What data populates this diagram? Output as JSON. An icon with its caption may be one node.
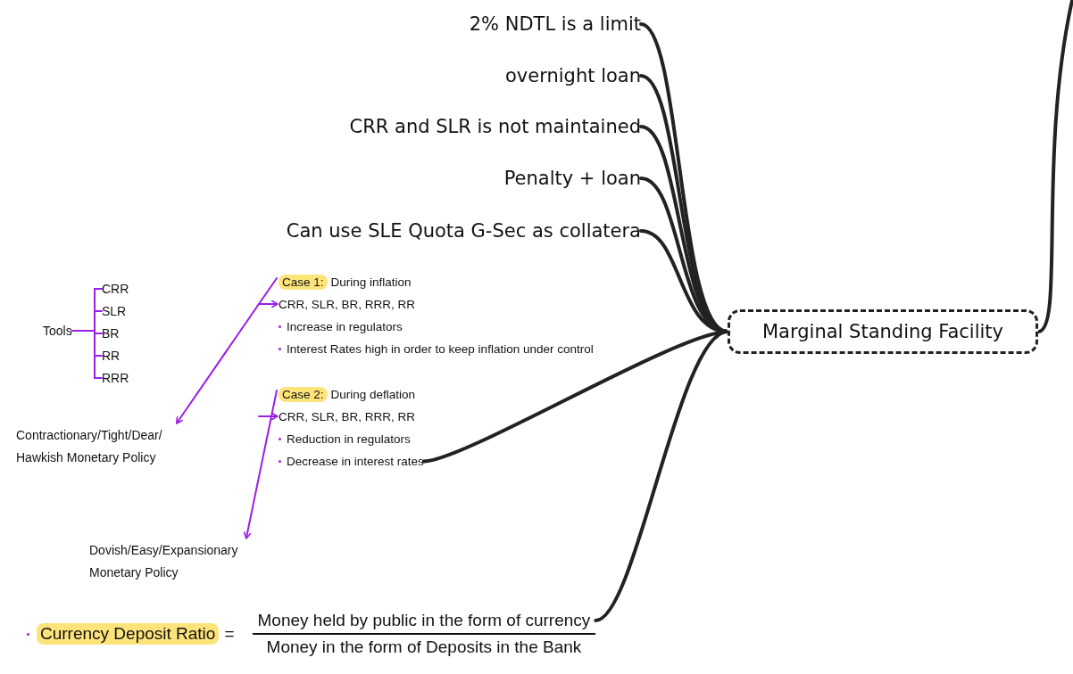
{
  "diagram": {
    "nodes": [
      {
        "text": [
          "Marginal Standing Facility"
        ]
      },
      {
        "text": [
          "2% NDTL is a limit"
        ]
      },
      {
        "text": [
          "overnight loan"
        ]
      },
      {
        "text": [
          "CRR and SLR is not maintained"
        ]
      },
      {
        "text": [
          "Penalty + loan"
        ]
      },
      {
        "text": [
          "Can use SLE Quota G-Sec as collatera"
        ]
      },
      {
        "text": [
          "Tools"
        ]
      },
      {
        "text": [
          "CRR"
        ]
      },
      {
        "text": [
          "SLR"
        ]
      },
      {
        "text": [
          "BR"
        ]
      },
      {
        "text": [
          "RR"
        ]
      },
      {
        "text": [
          "RRR"
        ]
      },
      {
        "text": [
          "Case 1:",
          "During inflation",
          "CRR, SLR, BR, RRR, RR",
          "Increase in regulators",
          "Interest Rates high in order to keep inflation under control"
        ]
      },
      {
        "text": [
          "Contractionary/Tight/Dear/ Hawkish Monetary Policy"
        ]
      },
      {
        "text": [
          "Case 2:",
          "During deflation",
          "CRR, SLR, BR, RRR, RR",
          "Reduction in regulators",
          "Decrease in interest rates"
        ]
      },
      {
        "text": [
          "Dovish/Easy/Expansionary Monetary Policy"
        ]
      },
      {
        "text": [
          "Currency Deposit Ratio",
          "=",
          "Money held by public in the form of currency",
          "Money in the form of Deposits in the Bank"
        ]
      }
    ],
    "edges": [
      {
        "from": 0,
        "to": 1,
        "arrow": "none",
        "style": "thick",
        "color": "#222222"
      },
      {
        "from": 0,
        "to": 2,
        "arrow": "none",
        "style": "thick",
        "color": "#222222"
      },
      {
        "from": 0,
        "to": 3,
        "arrow": "none",
        "style": "thick",
        "color": "#222222"
      },
      {
        "from": 0,
        "to": 4,
        "arrow": "none",
        "style": "thick",
        "color": "#222222"
      },
      {
        "from": 0,
        "to": 5,
        "arrow": "none",
        "style": "thick",
        "color": "#222222"
      },
      {
        "from": 0,
        "to": 14,
        "arrow": "none",
        "style": "thick",
        "color": "#222222"
      },
      {
        "from": 0,
        "to": 16,
        "arrow": "none",
        "style": "thick",
        "color": "#222222"
      },
      {
        "from": 0,
        "to": null,
        "arrow": "none",
        "style": "thick",
        "color": "#222222"
      },
      {
        "from": 6,
        "to": 7,
        "arrow": "none",
        "color": "#9b1fe8"
      },
      {
        "from": 6,
        "to": 8,
        "arrow": "none",
        "color": "#9b1fe8"
      },
      {
        "from": 6,
        "to": 9,
        "arrow": "none",
        "color": "#9b1fe8"
      },
      {
        "from": 6,
        "to": 10,
        "arrow": "none",
        "color": "#9b1fe8"
      },
      {
        "from": 6,
        "to": 11,
        "arrow": "none",
        "color": "#9b1fe8"
      },
      {
        "from": 12,
        "to": 13,
        "arrow": "to",
        "color": "#9b1fe8"
      },
      {
        "from": 14,
        "to": 15,
        "arrow": "to",
        "color": "#9b1fe8"
      },
      {
        "from": null,
        "to": 12,
        "arrow": "to",
        "color": "#9b1fe8"
      },
      {
        "from": null,
        "to": 14,
        "arrow": "to",
        "color": "#9b1fe8"
      }
    ]
  }
}
